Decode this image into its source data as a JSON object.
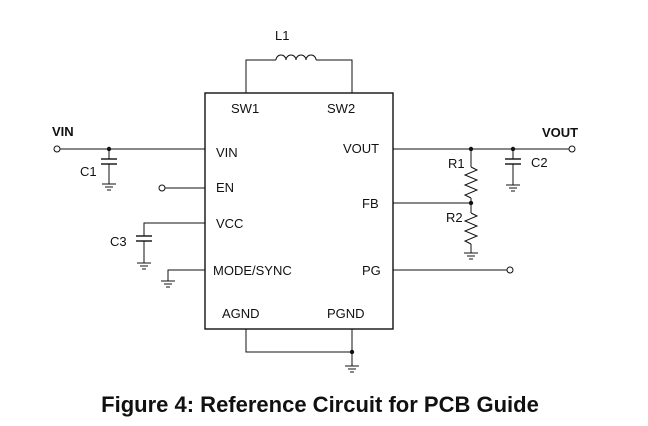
{
  "ic": {
    "pins": {
      "sw1": "SW1",
      "sw2": "SW2",
      "vin": "VIN",
      "vout": "VOUT",
      "en": "EN",
      "fb": "FB",
      "vcc": "VCC",
      "mode": "MODE/SYNC",
      "pg": "PG",
      "agnd": "AGND",
      "pgnd": "PGND"
    }
  },
  "components": {
    "l1": "L1",
    "c1": "C1",
    "c2": "C2",
    "c3": "C3",
    "r1": "R1",
    "r2": "R2"
  },
  "nets": {
    "vin": "VIN",
    "vout": "VOUT"
  },
  "caption": "Figure 4: Reference Circuit for PCB Guide"
}
